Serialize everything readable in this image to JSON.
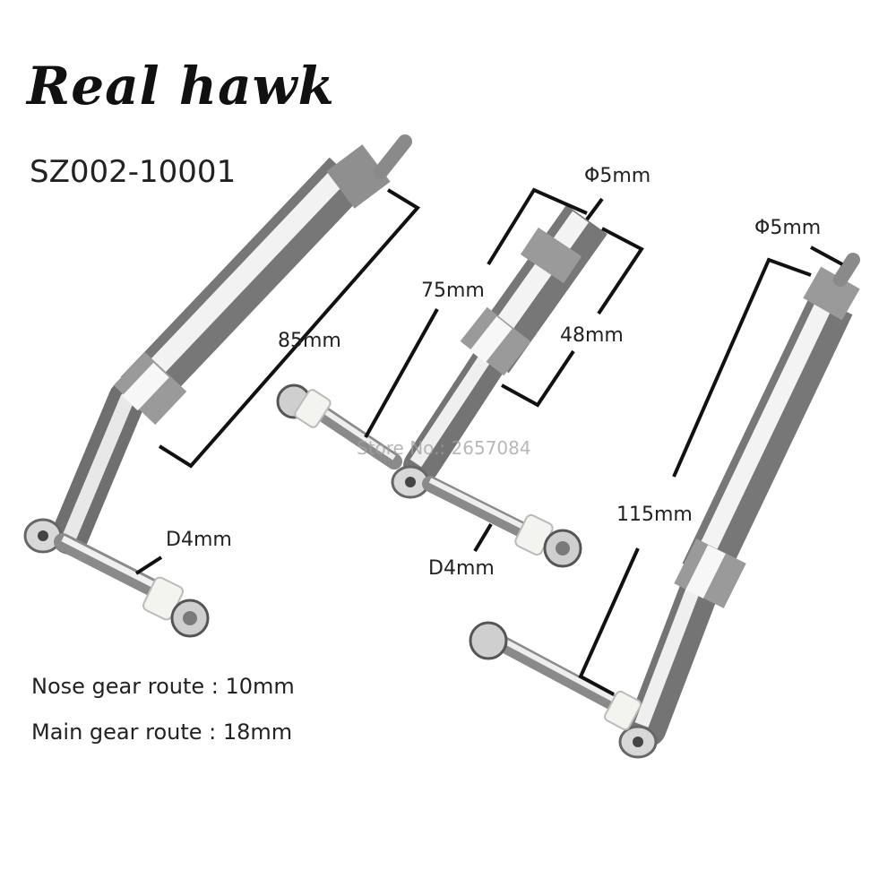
{
  "brand": "Real hawk",
  "model": "SZ002-10001",
  "watermark": "Store No.: 2657084",
  "labels": {
    "a_85": "85mm",
    "a_d4": "D4mm",
    "b_75": "75mm",
    "b_phi5": "Φ5mm",
    "b_48": "48mm",
    "b_d4": "D4mm",
    "c_phi5": "Φ5mm",
    "c_115": "115mm"
  },
  "specs": {
    "nose_label": "Nose gear route",
    "nose_sep": " : ",
    "nose_value": "10mm",
    "main_label": "Main gear route",
    "main_sep": " : ",
    "main_value": "18mm"
  },
  "colors": {
    "metal_light": "#f2f2f2",
    "metal_mid": "#bdbdbd",
    "metal_dark": "#7a7a7a",
    "text": "#222222"
  }
}
